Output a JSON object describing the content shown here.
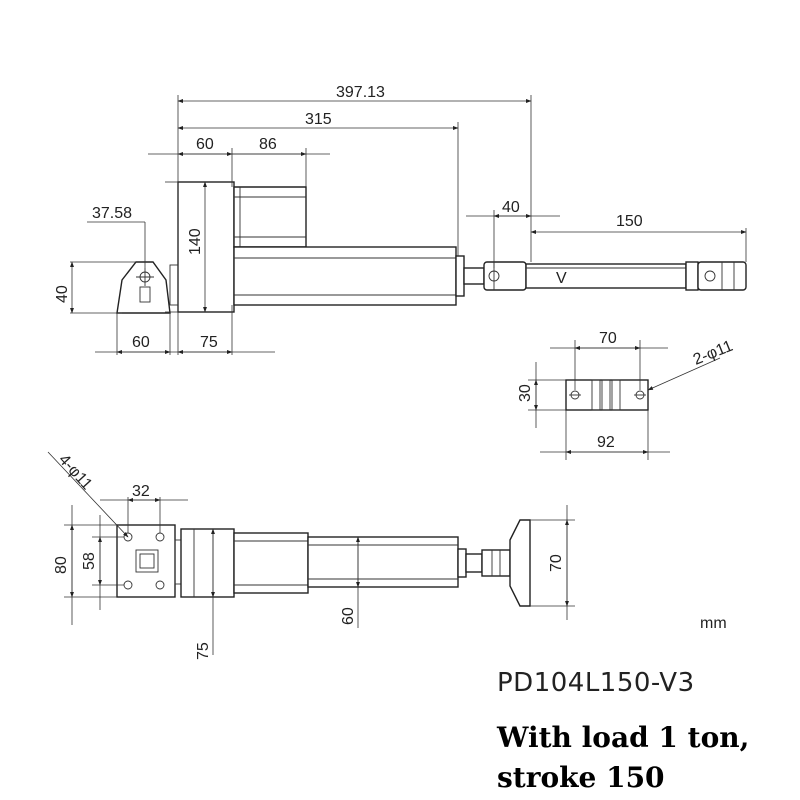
{
  "dims": {
    "overall_length": "397.13",
    "retracted_length": "315",
    "motor_offset": "60",
    "gearbox_length": "86",
    "mount_center": "37.58",
    "motor_height": "140",
    "mount_height": "40",
    "mount_width": "60",
    "motor_to_tube": "75",
    "rod_end_offset": "40",
    "stroke_dim": "150",
    "rod_label": "V",
    "bracket_hole_spacing": "70",
    "bracket_holes": "2-φ11",
    "bracket_height": "30",
    "bracket_length": "92",
    "rear_holes": "4-φ11",
    "rear_hole_spacing": "32",
    "rear_height": "80",
    "rear_inner": "58",
    "tube_width": "60",
    "motor_width": "75",
    "front_bracket": "70"
  },
  "units": "mm",
  "model": "PD104L150-V3",
  "note_lines": [
    "With load 1 ton,",
    "stroke 150"
  ]
}
